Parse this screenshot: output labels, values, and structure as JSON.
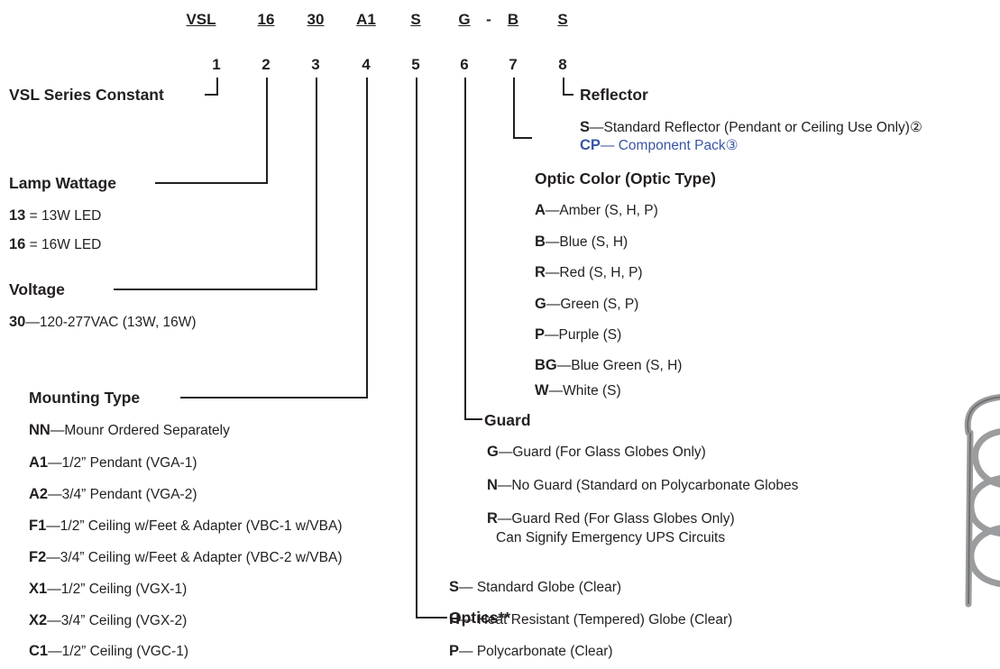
{
  "code_header": [
    {
      "text": "VSL"
    },
    {
      "text": "16"
    },
    {
      "text": "30"
    },
    {
      "text": "A1"
    },
    {
      "text": "S"
    },
    {
      "text": "G"
    },
    {
      "text": "-"
    },
    {
      "text": "B"
    },
    {
      "text": "S"
    }
  ],
  "positions": [
    "1",
    "2",
    "3",
    "4",
    "5",
    "6",
    "7",
    "8"
  ],
  "sections": {
    "series": {
      "title": "VSL Series Constant"
    },
    "reflector": {
      "title": "Reflector",
      "options": [
        {
          "code": "S",
          "desc": "—Standard Reflector (Pendant or Ceiling Use Only)②"
        },
        {
          "code": "CP",
          "desc": "— Component Pack③"
        }
      ]
    },
    "lamp": {
      "title": "Lamp Wattage",
      "options": [
        {
          "code": "13",
          "desc": " = 13W LED"
        },
        {
          "code": "16",
          "desc": " = 16W LED"
        }
      ]
    },
    "voltage": {
      "title": "Voltage",
      "options": [
        {
          "code": "30",
          "desc": "—120-277VAC (13W, 16W)"
        }
      ]
    },
    "optic_color": {
      "title": "Optic Color (Optic Type)",
      "options": [
        {
          "code": "A",
          "desc": "—Amber (S, H, P)"
        },
        {
          "code": "B",
          "desc": "—Blue (S, H)"
        },
        {
          "code": "R",
          "desc": "—Red (S, H, P)"
        },
        {
          "code": "G",
          "desc": "—Green (S, P)"
        },
        {
          "code": "P",
          "desc": "—Purple (S)"
        },
        {
          "code": "BG",
          "desc": "—Blue Green (S, H)"
        },
        {
          "code": "W",
          "desc": "—White (S)"
        }
      ]
    },
    "mounting": {
      "title": "Mounting Type",
      "options": [
        {
          "code": "NN",
          "desc": "—Mounr Ordered Separately"
        },
        {
          "code": "A1",
          "desc": "—1/2” Pendant (VGA-1)"
        },
        {
          "code": "A2",
          "desc": "—3/4” Pendant (VGA-2)"
        },
        {
          "code": "F1",
          "desc": "—1/2” Ceiling w/Feet & Adapter (VBC-1 w/VBA)"
        },
        {
          "code": "F2",
          "desc": "—3/4” Ceiling w/Feet & Adapter (VBC-2 w/VBA)"
        },
        {
          "code": "X1",
          "desc": "—1/2” Ceiling (VGX-1)"
        },
        {
          "code": "X2",
          "desc": "—3/4” Ceiling (VGX-2)"
        },
        {
          "code": "C1",
          "desc": "—1/2” Ceiling (VGC-1)"
        }
      ]
    },
    "guard": {
      "title": "Guard",
      "options": [
        {
          "code": "G",
          "desc": "—Guard (For Glass Globes Only)"
        },
        {
          "code": "N",
          "desc": "—No Guard (Standard on Polycarbonate Globes"
        },
        {
          "code": "R",
          "desc": "—Guard Red (For Glass Globes Only)"
        }
      ],
      "note": "Can Signify Emergency UPS Circuits"
    },
    "optics": {
      "title": "Optics**",
      "options": [
        {
          "code": "S",
          "desc": "— Standard Globe (Clear)"
        },
        {
          "code": "H",
          "desc": "— Heat Resistant (Tempered) Globe (Clear)"
        },
        {
          "code": "P",
          "desc": "— Polycarbonate (Clear)"
        }
      ]
    }
  },
  "colors": {
    "text": "#231f20",
    "accent_blue": "#3a56a6",
    "guard_metal": "#9a9c9e"
  },
  "icons": {
    "guard_image": "wire-guard-image"
  }
}
